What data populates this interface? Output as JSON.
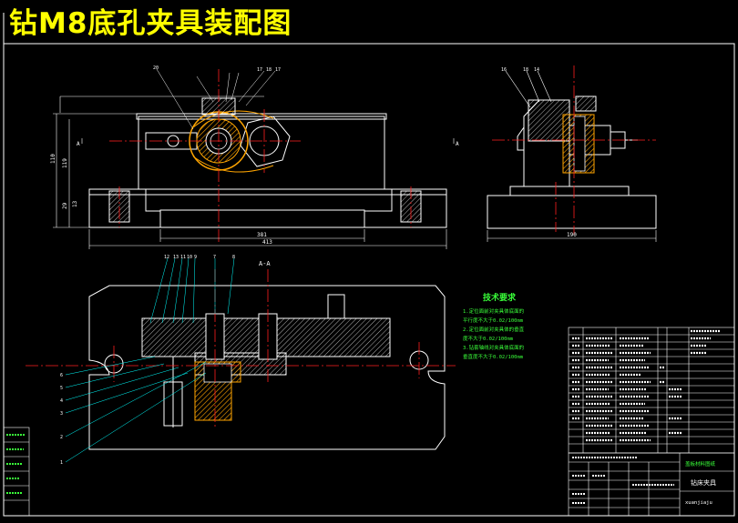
{
  "title": "钻M8底孔夹具装配图",
  "section_label": "A-A",
  "view_marks": {
    "a_left": "A",
    "a_right": "A"
  },
  "dimensions": {
    "width_inner": "381",
    "width_total": "413",
    "height_total": "110",
    "height_mid": "119",
    "depth": "190",
    "small_1": "29",
    "small_2": "13"
  },
  "part_numbers_front": [
    "20",
    "17",
    "18",
    "17"
  ],
  "part_numbers_side": [
    "16",
    "18",
    "14"
  ],
  "part_numbers_section": [
    "12",
    "13",
    "11",
    "10",
    "9",
    "7",
    "8"
  ],
  "part_numbers_left": [
    "6",
    "5",
    "4",
    "3",
    "2",
    "1"
  ],
  "tech_requirements": {
    "title": "技术要求",
    "items": [
      "1.定位面前对夹具体底面的",
      "  平行度不大于0.02/100mm",
      "2.定位面前对夹具体的垂直",
      "  度不大于0.02/100mm",
      "3.钻套轴线对夹具体底面的",
      "  垂直度不大于0.02/100mm"
    ]
  },
  "title_block": {
    "drawing_name": "钻床夹具",
    "designer_tag": "xuanjiaju",
    "header_label": "盖板材料图纸"
  },
  "colors": {
    "background": "#000000",
    "outline": "#ffffff",
    "center_line": "#ff2020",
    "hatch": "#ffa500",
    "dimension": "#ffffff",
    "leader": "#00ffff",
    "text_green": "#39ff39",
    "title": "#ffff00"
  }
}
